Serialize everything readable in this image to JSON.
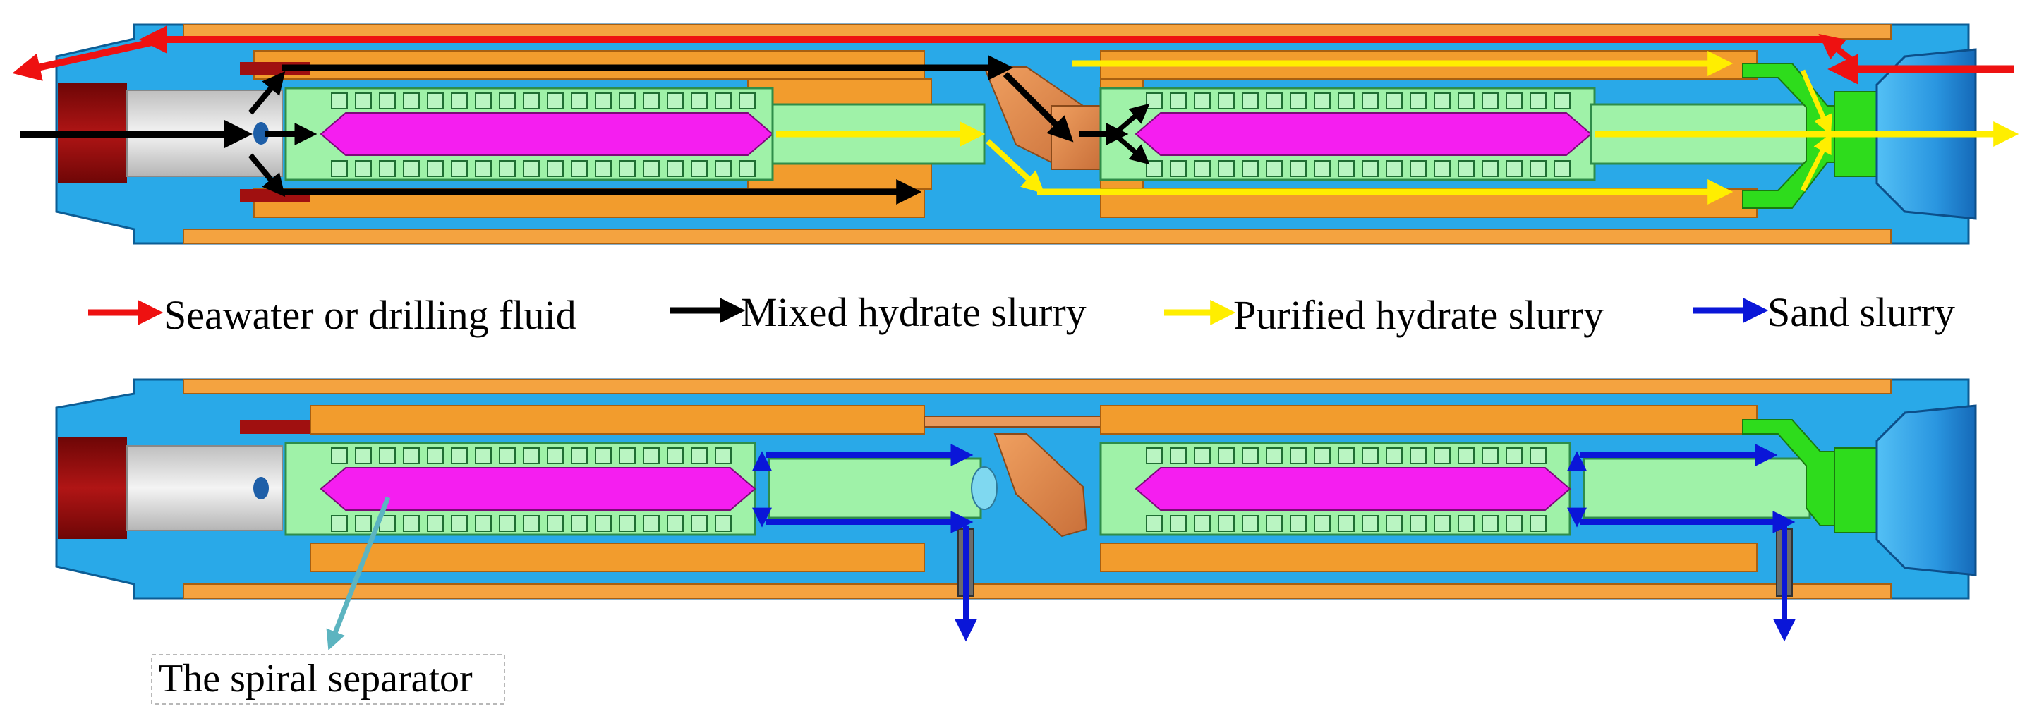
{
  "legend": {
    "items": [
      {
        "label": "Seawater or drilling fluid",
        "color": "#ee1111"
      },
      {
        "label": "Mixed hydrate slurry",
        "color": "#000000"
      },
      {
        "label": "Purified hydrate slurry",
        "color": "#ffee00"
      },
      {
        "label": "Sand slurry",
        "color": "#0a16d8"
      }
    ]
  },
  "callout": {
    "label": "The spiral separator"
  },
  "colors": {
    "casing_blue": "#29a9e8",
    "outer_orange": "#f4a340",
    "inner_orange": "#f29c2d",
    "tube_green": "#9ff2a8",
    "core_magenta": "#f51ef0",
    "nozzle_green": "#2edc1c",
    "end_red": "#8b0b0b",
    "pipe_grey": "#d9d9d9",
    "connector_copper": "#e08a4c",
    "cap_blue": "#1e86d8",
    "callout_teal": "#5cb4c0"
  }
}
